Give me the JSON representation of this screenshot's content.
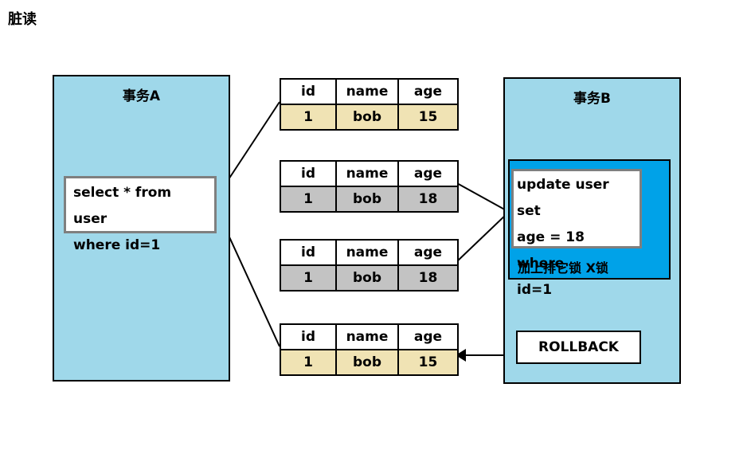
{
  "page": {
    "title": "脏读"
  },
  "transaction_a": {
    "title": "事务A",
    "sql_lines": [
      "select * from user",
      "where id=1"
    ]
  },
  "transaction_b": {
    "title": "事务B",
    "sql_lines": [
      "update user set",
      "age = 18 where",
      "id=1"
    ],
    "lock_label": "加上排它锁 X锁",
    "rollback_label": "ROLLBACK"
  },
  "table": {
    "headers": [
      "id",
      "name",
      "age"
    ],
    "rows": [
      [
        "1",
        "bob",
        "15"
      ],
      [
        "1",
        "bob",
        "18"
      ],
      [
        "1",
        "bob",
        "18"
      ],
      [
        "1",
        "bob",
        "15"
      ]
    ]
  },
  "colors": {
    "transaction_bg": "#9fd8ea",
    "lock_box_bg": "#00a2e8",
    "original_row_bg": "#f0e3b4",
    "modified_row_bg": "#c3c3c3"
  }
}
